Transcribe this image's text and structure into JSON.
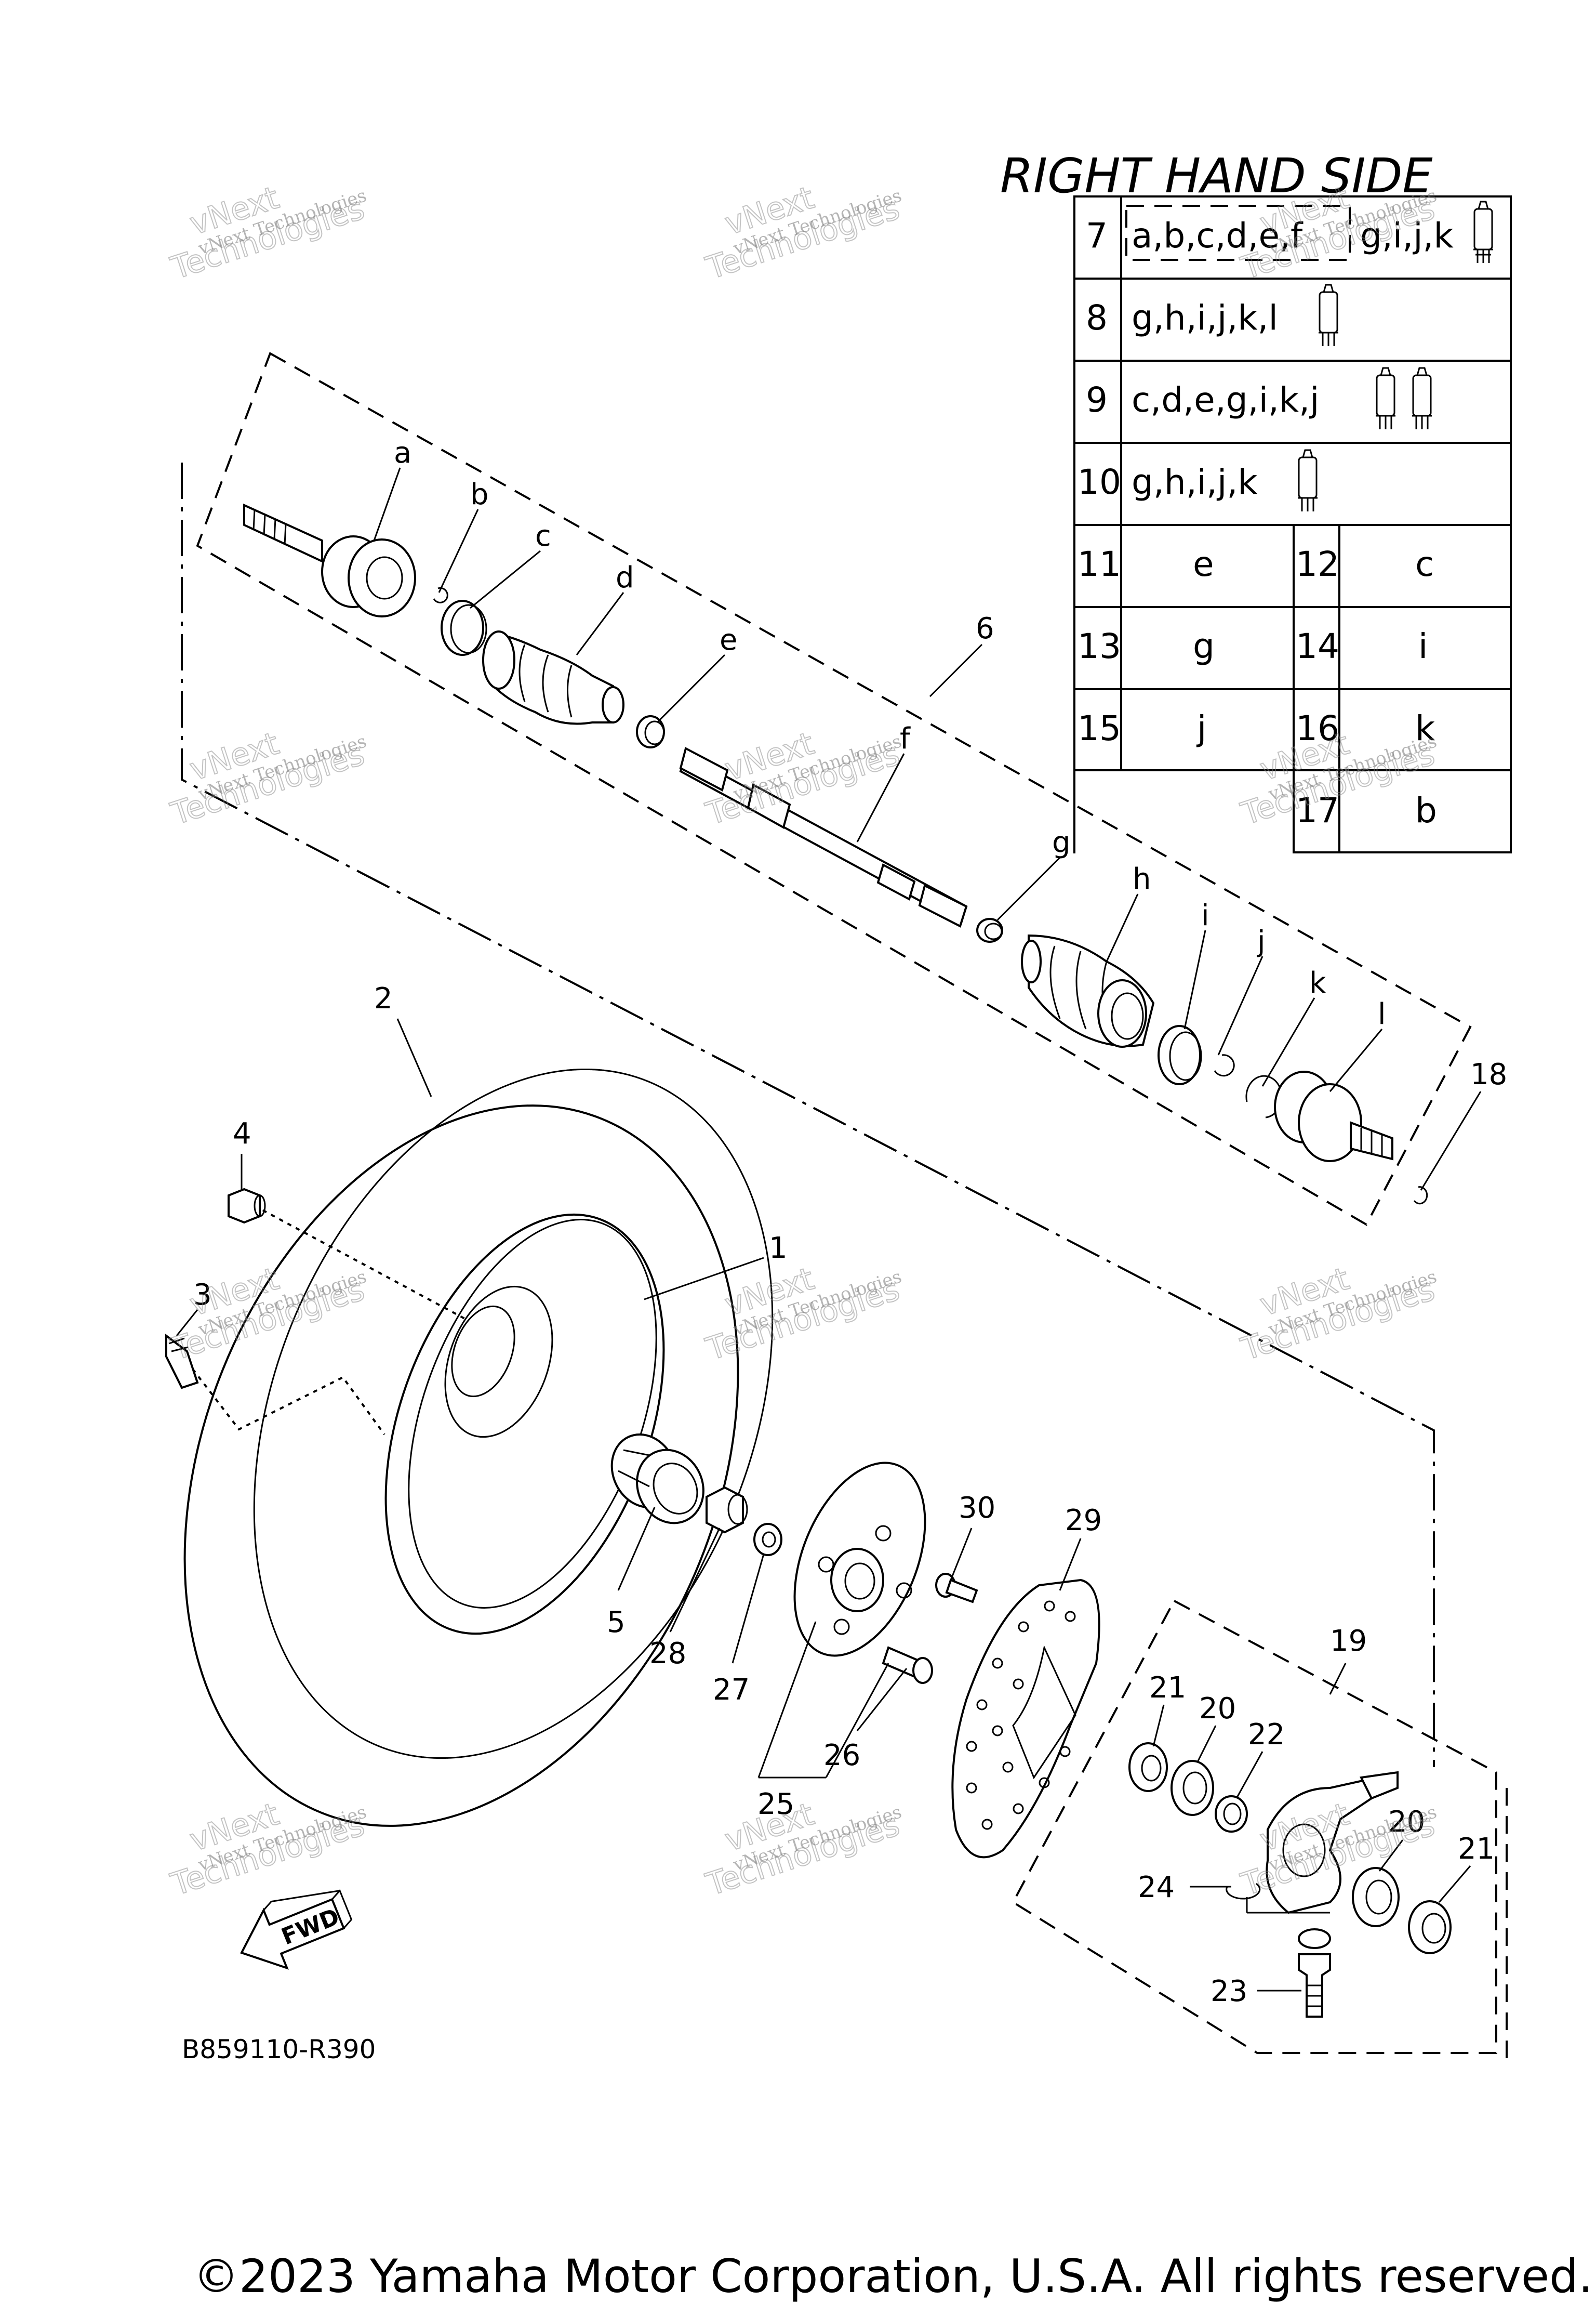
{
  "title": "RIGHT HAND SIDE",
  "diagram_code": "B859110-R390",
  "copyright": "©2023 Yamaha Motor Corporation, U.S.A. All rights reserved.",
  "watermark": {
    "line1": "vNext",
    "line2": "Technologies",
    "line3": "vNext Technologies"
  },
  "fwd_label": "FWD",
  "table": {
    "rows_wide": [
      {
        "num": "7",
        "parts": "a,b,c,d,e,f",
        "parts_extra": "g,i,j,k",
        "grease_count": 1
      },
      {
        "num": "8",
        "parts": "g,h,i,j,k,l",
        "parts_extra": "",
        "grease_count": 1
      },
      {
        "num": "9",
        "parts": "c,d,e,g,i,k,j",
        "parts_extra": "",
        "grease_count": 2
      },
      {
        "num": "10",
        "parts": "g,h,i,j,k",
        "parts_extra": "",
        "grease_count": 1
      }
    ],
    "rows_pair": [
      {
        "n1": "11",
        "v1": "e",
        "n2": "12",
        "v2": "c"
      },
      {
        "n1": "13",
        "v1": "g",
        "n2": "14",
        "v2": "i"
      },
      {
        "n1": "15",
        "v1": "j",
        "n2": "16",
        "v2": "k"
      }
    ],
    "row_last": {
      "num": "17",
      "val": "b"
    }
  },
  "callouts": {
    "a": "a",
    "b": "b",
    "c": "c",
    "d": "d",
    "e": "e",
    "f": "f",
    "g": "g",
    "h": "h",
    "i": "i",
    "j": "j",
    "k": "k",
    "l": "l",
    "n1": "1",
    "n2": "2",
    "n3": "3",
    "n4": "4",
    "n5": "5",
    "n6": "6",
    "n18": "18",
    "n19": "19",
    "n20a": "20",
    "n20b": "20",
    "n21a": "21",
    "n21b": "21",
    "n22": "22",
    "n23": "23",
    "n24": "24",
    "n25": "25",
    "n26": "26",
    "n27": "27",
    "n28": "28",
    "n29": "29",
    "n30": "30"
  }
}
